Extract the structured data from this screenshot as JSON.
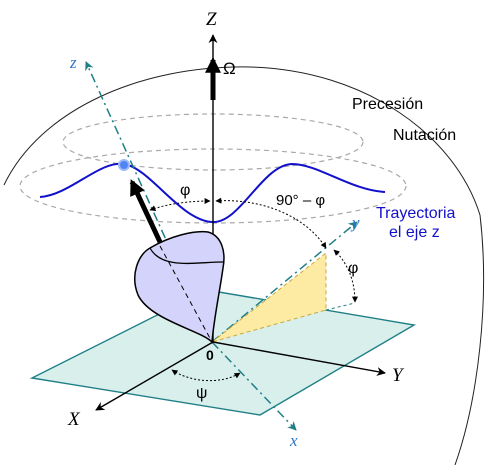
{
  "labels": {
    "axis_Z": "Z",
    "axis_Y": "Y",
    "axis_X": "X",
    "axis_z": "z",
    "axis_y": "y",
    "axis_x": "x",
    "origin": "0",
    "omega": "Ω",
    "precession": "Precesión",
    "nutation": "Nutación",
    "trajectory_line1": "Trayectoria",
    "trajectory_line2": "el eje z",
    "phi_left": "φ",
    "ninety_minus_phi": "90° – φ",
    "phi_right": "φ",
    "psi": "ψ"
  },
  "colors": {
    "teal": "#1f7f86",
    "plane_fill": "#d8efec",
    "top_fill": "#d3d3fb",
    "trajectory": "#1111cc",
    "triangle_fill": "#fdeaa3",
    "triangle_stroke": "#c9a93a",
    "ellipse_dash": "#a9a9a9",
    "axis_label_blue": "#2e78c8",
    "dot": "#4f86f7"
  }
}
